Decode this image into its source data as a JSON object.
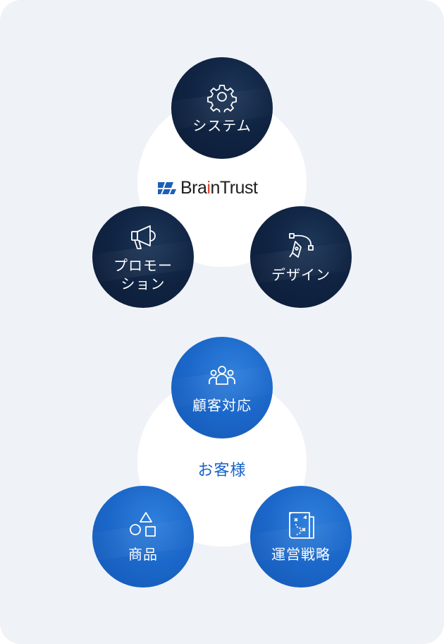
{
  "brand": {
    "logo_text_before": "Bra",
    "logo_text_accent": "i",
    "logo_text_after": "nTrust"
  },
  "top_group": {
    "nodes": [
      {
        "label": "システム",
        "icon": "gear-icon"
      },
      {
        "label": "プロモー\nション",
        "icon": "megaphone-icon"
      },
      {
        "label": "デザイン",
        "icon": "pen-tool-icon"
      }
    ]
  },
  "bottom_group": {
    "center_label": "お客様",
    "nodes": [
      {
        "label": "顧客対応",
        "icon": "team-icon"
      },
      {
        "label": "商品",
        "icon": "shapes-icon"
      },
      {
        "label": "運営戦略",
        "icon": "strategy-board-icon"
      }
    ]
  },
  "colors": {
    "panel_bg": "#eff2f7",
    "dark_node": "#0f2240",
    "blue_node": "#1b67c9",
    "customer_text": "#1762c6",
    "logo_accent": "#e0452b"
  }
}
